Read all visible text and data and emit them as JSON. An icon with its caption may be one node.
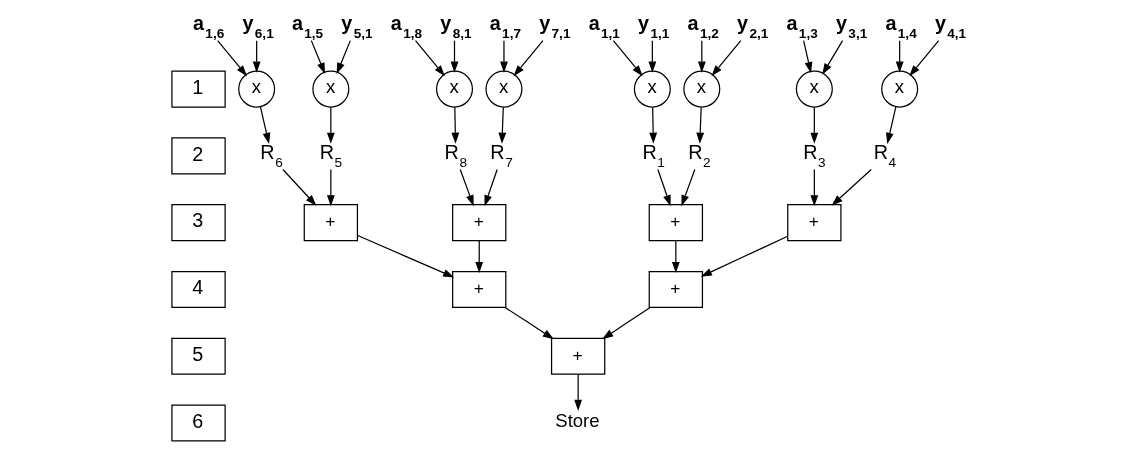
{
  "diagram": {
    "nodes": [
      {
        "text": [
          "1"
        ]
      },
      {
        "text": [
          "2"
        ]
      },
      {
        "text": [
          "3"
        ]
      },
      {
        "text": [
          "4"
        ]
      },
      {
        "text": [
          "5"
        ]
      },
      {
        "text": [
          "6"
        ]
      },
      {
        "text": [
          "a$_{1,1}$"
        ]
      },
      {
        "text": [
          "y$_{1,1}$"
        ]
      },
      {
        "text": [
          "a$_{1,2}$"
        ]
      },
      {
        "text": [
          "y$_{2,1}$"
        ]
      },
      {
        "text": [
          "a$_{1,3}$"
        ]
      },
      {
        "text": [
          "y$_{3,1}$"
        ]
      },
      {
        "text": [
          "a$_{1,4}$"
        ]
      },
      {
        "text": [
          "y$_{4,1}$"
        ]
      },
      {
        "text": [
          "a$_{1,5}$"
        ]
      },
      {
        "text": [
          "y$_{5,1}$"
        ]
      },
      {
        "text": [
          "a$_{1,6}$"
        ]
      },
      {
        "text": [
          "y$_{6,1}$"
        ]
      },
      {
        "text": [
          "a$_{1,7}$"
        ]
      },
      {
        "text": [
          "y$_{7,1}$"
        ]
      },
      {
        "text": [
          "a$_{1,8}$"
        ]
      },
      {
        "text": [
          "y$_{8,1}$"
        ]
      },
      {
        "text": [
          "x"
        ]
      },
      {
        "text": [
          "x"
        ]
      },
      {
        "text": [
          "x"
        ]
      },
      {
        "text": [
          "x"
        ]
      },
      {
        "text": [
          "x"
        ]
      },
      {
        "text": [
          "x"
        ]
      },
      {
        "text": [
          "x"
        ]
      },
      {
        "text": [
          "x"
        ]
      },
      {
        "text": [
          "R$_{1}$"
        ]
      },
      {
        "text": [
          "R$_{2}$"
        ]
      },
      {
        "text": [
          "R$_{3}$"
        ]
      },
      {
        "text": [
          "R$_{4}$"
        ]
      },
      {
        "text": [
          "R$_{5}$"
        ]
      },
      {
        "text": [
          "R$_{6}$"
        ]
      },
      {
        "text": [
          "R$_{7}$"
        ]
      },
      {
        "text": [
          "R$_{8}$"
        ]
      },
      {
        "text": [
          "+"
        ]
      },
      {
        "text": [
          "+"
        ]
      },
      {
        "text": [
          "+"
        ]
      },
      {
        "text": [
          "+"
        ]
      },
      {
        "text": [
          "+"
        ]
      },
      {
        "text": [
          "+"
        ]
      },
      {
        "text": [
          "+"
        ]
      },
      {
        "text": [
          "Store"
        ]
      }
    ],
    "edges": [
      {
        "from": 6,
        "to": 22,
        "arrow": "to"
      },
      {
        "from": 7,
        "to": 22,
        "arrow": "to"
      },
      {
        "from": 22,
        "to": 30,
        "arrow": "to"
      },
      {
        "from": 8,
        "to": 23,
        "arrow": "to"
      },
      {
        "from": 9,
        "to": 23,
        "arrow": "to"
      },
      {
        "from": 23,
        "to": 31,
        "arrow": "to"
      },
      {
        "from": 10,
        "to": 24,
        "arrow": "to"
      },
      {
        "from": 11,
        "to": 24,
        "arrow": "to"
      },
      {
        "from": 24,
        "to": 32,
        "arrow": "to"
      },
      {
        "from": 12,
        "to": 25,
        "arrow": "to"
      },
      {
        "from": 13,
        "to": 25,
        "arrow": "to"
      },
      {
        "from": 25,
        "to": 33,
        "arrow": "to"
      },
      {
        "from": 14,
        "to": 26,
        "arrow": "to"
      },
      {
        "from": 15,
        "to": 26,
        "arrow": "to"
      },
      {
        "from": 26,
        "to": 34,
        "arrow": "to"
      },
      {
        "from": 16,
        "to": 27,
        "arrow": "to"
      },
      {
        "from": 17,
        "to": 27,
        "arrow": "to"
      },
      {
        "from": 27,
        "to": 35,
        "arrow": "to"
      },
      {
        "from": 18,
        "to": 28,
        "arrow": "to"
      },
      {
        "from": 19,
        "to": 28,
        "arrow": "to"
      },
      {
        "from": 28,
        "to": 36,
        "arrow": "to"
      },
      {
        "from": 20,
        "to": 29,
        "arrow": "to"
      },
      {
        "from": 21,
        "to": 29,
        "arrow": "to"
      },
      {
        "from": 29,
        "to": 37,
        "arrow": "to"
      },
      {
        "from": 30,
        "to": 38,
        "arrow": "to"
      },
      {
        "from": 31,
        "to": 38,
        "arrow": "to"
      },
      {
        "from": 32,
        "to": 39,
        "arrow": "to"
      },
      {
        "from": 33,
        "to": 39,
        "arrow": "to"
      },
      {
        "from": 34,
        "to": 40,
        "arrow": "to"
      },
      {
        "from": 35,
        "to": 40,
        "arrow": "to"
      },
      {
        "from": 36,
        "to": 41,
        "arrow": "to"
      },
      {
        "from": 37,
        "to": 41,
        "arrow": "to"
      },
      {
        "from": 38,
        "to": 42,
        "arrow": "to"
      },
      {
        "from": 39,
        "to": 42,
        "arrow": "to"
      },
      {
        "from": 40,
        "to": 43,
        "arrow": "to"
      },
      {
        "from": 41,
        "to": 43,
        "arrow": "to"
      },
      {
        "from": 42,
        "to": 44,
        "arrow": "to"
      },
      {
        "from": 43,
        "to": 44,
        "arrow": "to"
      },
      {
        "from": 44,
        "to": 45,
        "arrow": "to"
      }
    ]
  }
}
